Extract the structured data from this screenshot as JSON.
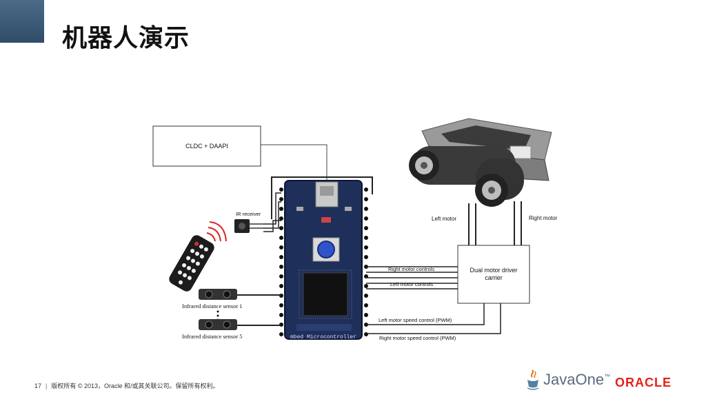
{
  "slide": {
    "title": "机器人演示",
    "footer": {
      "page_number": "17",
      "separator": "|",
      "copyright": "版权所有 © 2013，Oracle 和/或其关联公司。保留所有权利。"
    },
    "logos": {
      "javaone": "JavaOne",
      "javaone_mark": "™",
      "oracle": "ORACLE"
    }
  },
  "diagram": {
    "cldc_box": "CLDC + DAAPI",
    "ir_receiver": "IR receiver",
    "sensor_1": "Infrared distance sensor 1",
    "sensor_5": "Infrared distance sensor 5",
    "left_motor": "Left motor",
    "right_motor": "Right motor",
    "driver_line1": "Dual motor driver",
    "driver_line2": "carrier",
    "right_motor_controls": "Right motor controls",
    "left_motor_controls": "Left motor controls",
    "left_pwm": "Left motor speed control (PWM)",
    "right_pwm": "Right motor speed control (PWM)",
    "mbed_label": "mbed Microcontroller"
  },
  "colors": {
    "corner": "#3a5a78",
    "oracle_red": "#e2231a",
    "board_blue": "#1e2f5a"
  }
}
